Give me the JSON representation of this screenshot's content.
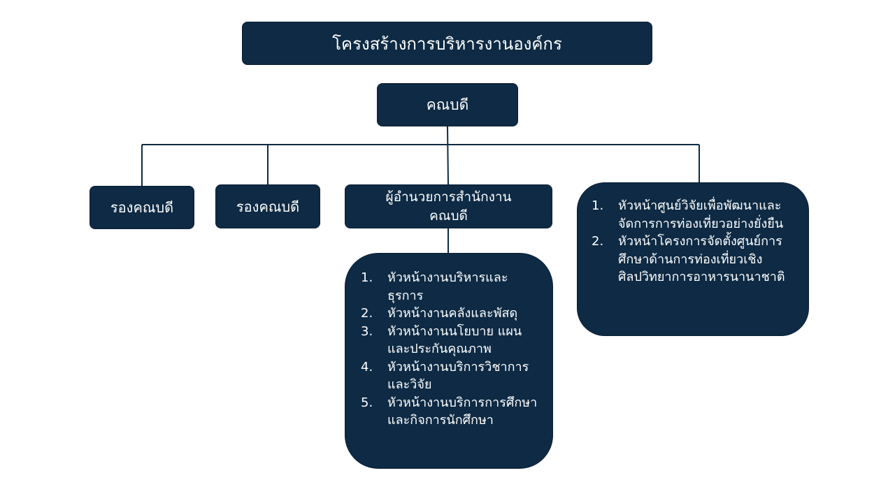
{
  "title": "โครงสร้างการบริหารงานองค์กร",
  "dean": "คณบดี",
  "vice_deans": [
    "รองคณบดี",
    "รองคณบดี"
  ],
  "director": {
    "line1": "ผู้อำนวยการสำนักงาน",
    "line2": "คณบดี"
  },
  "office_heads": [
    {
      "num": "1.",
      "text": "หัวหน้างานบริหารและธุรการ"
    },
    {
      "num": "2.",
      "text": "หัวหน้างานคลังและพัสดุ"
    },
    {
      "num": "3.",
      "text": "หัวหน้างานนโยบาย แผนและประกันคุณภาพ"
    },
    {
      "num": "4.",
      "text": "หัวหน้างานบริการวิชาการและวิจัย"
    },
    {
      "num": "5.",
      "text": "หัวหน้างานบริการการศึกษาและกิจการนักศึกษา"
    }
  ],
  "center_heads": [
    {
      "num": "1.",
      "text": "หัวหน้าศูนย์วิจัยเพื่อพัฒนาและจัดการการท่องเที่ยวอย่างยั่งยืน"
    },
    {
      "num": "2.",
      "text": "หัวหน้าโครงการจัดตั้งศูนย์การศึกษาด้านการท่องเที่ยวเชิงศิลปวิทยาการอาหารนานาชาติ"
    }
  ],
  "colors": {
    "box_fill": "#0e2a44",
    "line": "#0e2a44",
    "text": "#ffffff"
  }
}
